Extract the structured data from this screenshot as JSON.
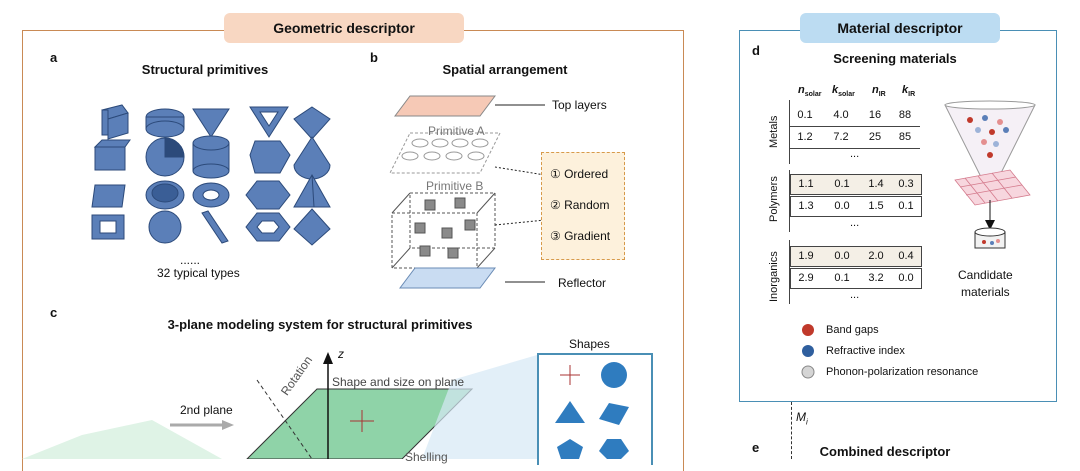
{
  "headers": {
    "geometric": "Geometric descriptor",
    "material": "Material descriptor"
  },
  "panel_a": {
    "letter": "a",
    "title": "Structural primitives",
    "ellipsis": "......",
    "count": "32 typical types"
  },
  "panel_b": {
    "letter": "b",
    "title": "Spatial arrangement",
    "primitive_a": "Primitive A",
    "primitive_b": "Primitive B",
    "top_layers": "Top layers",
    "reflector": "Reflector",
    "options": [
      "① Ordered",
      "② Random",
      "③ Gradient"
    ]
  },
  "panel_c": {
    "letter": "c",
    "title": "3-plane modeling system for structural primitives",
    "axis_z": "z",
    "rotation": "Rotation",
    "shape_size": "Shape and size on plane",
    "second_plane": "2nd plane",
    "shelling": "Shelling",
    "shapes_title": "Shapes"
  },
  "panel_d": {
    "letter": "d",
    "title": "Screening materials",
    "columns": [
      "n",
      "k",
      "n",
      "k"
    ],
    "column_subs": [
      "solar",
      "solar",
      "IR",
      "IR"
    ],
    "groups": [
      {
        "name": "Metals",
        "rows": [
          [
            "0.1",
            "4.0",
            "16",
            "88"
          ],
          [
            "1.2",
            "7.2",
            "25",
            "85"
          ]
        ],
        "more": "..."
      },
      {
        "name": "Polymers",
        "rows": [
          [
            "1.1",
            "0.1",
            "1.4",
            "0.3"
          ],
          [
            "1.3",
            "0.0",
            "1.5",
            "0.1"
          ]
        ],
        "more": "..."
      },
      {
        "name": "Inorganics",
        "rows": [
          [
            "1.9",
            "0.0",
            "2.0",
            "0.4"
          ],
          [
            "2.9",
            "0.1",
            "3.2",
            "0.0"
          ]
        ],
        "more": "..."
      }
    ],
    "candidate": [
      "Candidate",
      "materials"
    ],
    "legend": [
      "Band gaps",
      "Refractive index",
      "Phonon-polarization resonance"
    ]
  },
  "panel_e": {
    "letter": "e",
    "title": "Combined descriptor",
    "mi": "M",
    "mi_sub": "i"
  },
  "colors": {
    "geo_border": "#c98a55",
    "mat_border": "#4a8fb5",
    "shape_blue": "#5b7fb8",
    "plane_green": "#8fd3a8"
  }
}
